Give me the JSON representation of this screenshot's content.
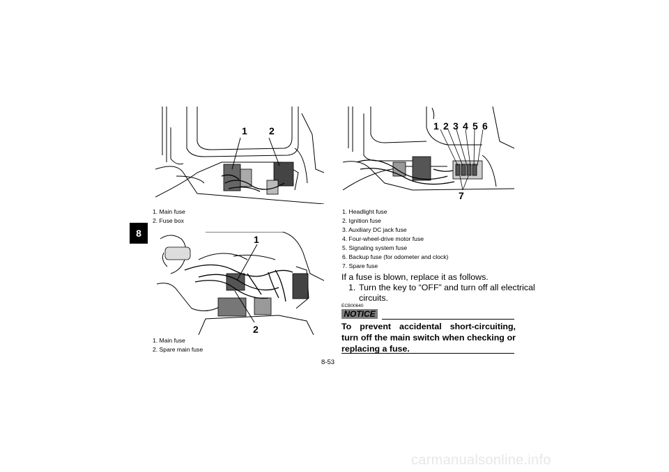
{
  "chapter_tab": "8",
  "figure1": {
    "callouts": [
      "1",
      "2"
    ]
  },
  "figure1_caption": [
    "1.  Main fuse",
    "2.  Fuse box"
  ],
  "figure2": {
    "callouts": [
      "1",
      "2"
    ]
  },
  "figure2_caption": [
    "1.  Main fuse",
    "2.  Spare main fuse"
  ],
  "figure3": {
    "callouts": [
      "1",
      "2",
      "3",
      "4",
      "5",
      "6",
      "7"
    ]
  },
  "figure3_caption": [
    "1.  Headlight fuse",
    "2.  Ignition fuse",
    "3.  Auxiliary DC jack fuse",
    "4.  Four-wheel-drive motor fuse",
    "5.  Signaling system fuse",
    "6.  Backup fuse (for odometer and clock)",
    "7.  Spare fuse"
  ],
  "intro": "If a fuse is blown, replace it as follows.",
  "step1_number": "1.",
  "step1_line1": "Turn the key to “OFF” and turn off all electrical",
  "step1_line2": "circuits.",
  "notice_code": "ECB00640",
  "notice_label": "NOTICE",
  "notice_text": "To prevent accidental short-circuiting, turn off the main switch when checking or replacing a fuse.",
  "page_number": "8-53",
  "watermark": "carmanualsonline.info"
}
